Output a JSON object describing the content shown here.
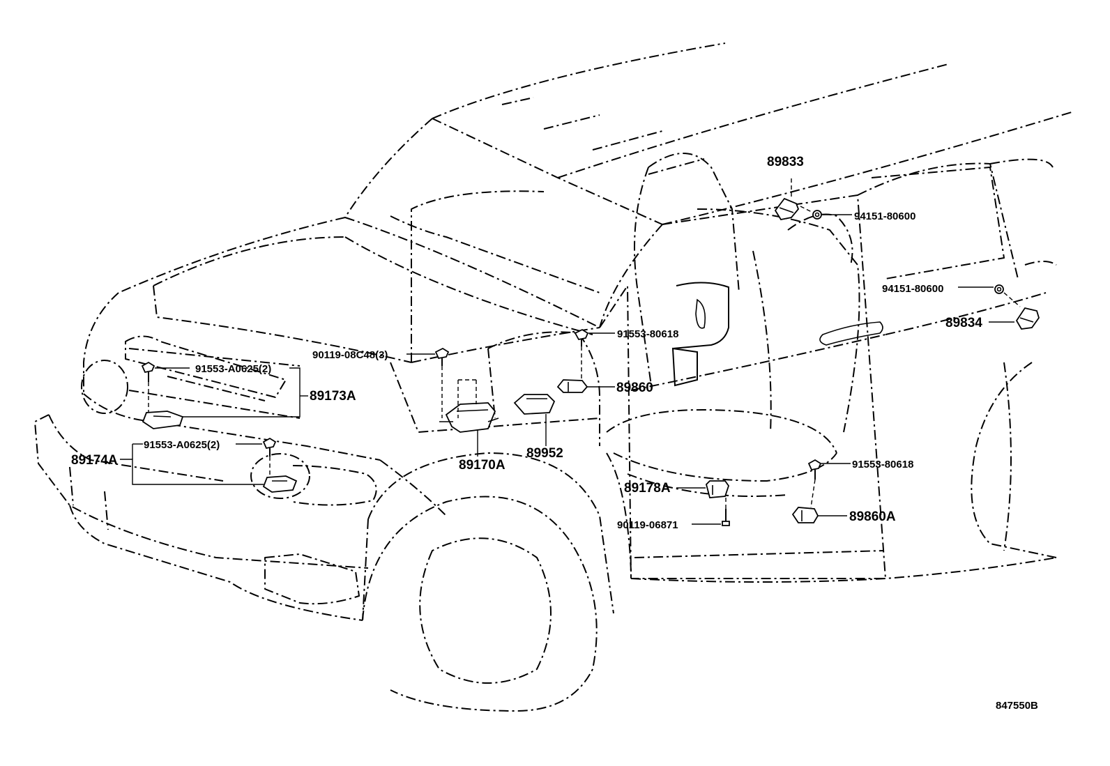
{
  "diagram_id": "847550B",
  "labels": {
    "p89833": "89833",
    "p94151_a": "94151-80600",
    "p94151_b": "94151-80600",
    "p89834": "89834",
    "p91553_80618_a": "91553-80618",
    "p90119_08c48": "90119-08C48(3)",
    "p91553_a0625_a": "91553-A0625(2)",
    "p89173a": "89173A",
    "p89860": "89860",
    "p91553_a0625_b": "91553-A0625(2)",
    "p89174a": "89174A",
    "p89170a": "89170A",
    "p89952": "89952",
    "p91553_80618_b": "91553-80618",
    "p89178a": "89178A",
    "p89860a": "89860A",
    "p90119_06871": "90119-06871"
  }
}
